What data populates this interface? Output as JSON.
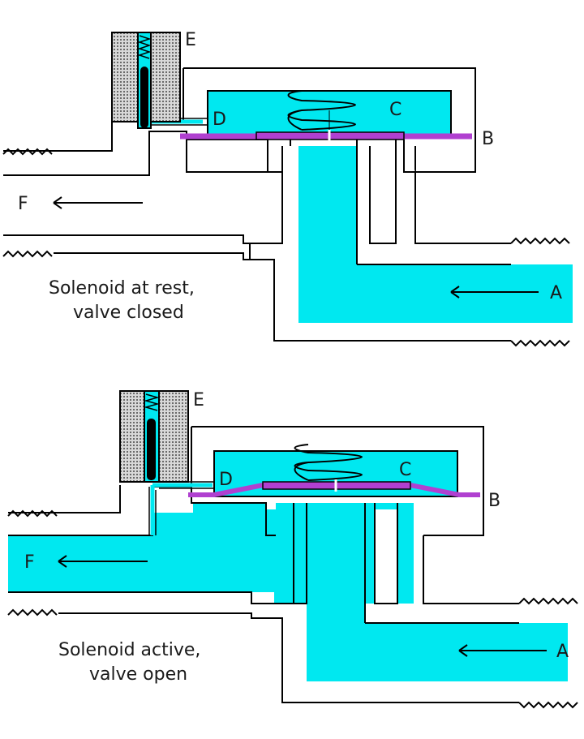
{
  "panels": [
    {
      "labels": {
        "a": "A",
        "b": "B",
        "c": "C",
        "d": "D",
        "e": "E",
        "f": "F"
      },
      "caption": [
        "Solenoid at rest,",
        "valve closed"
      ]
    },
    {
      "labels": {
        "a": "A",
        "b": "B",
        "c": "C",
        "d": "D",
        "e": "E",
        "f": "F"
      },
      "caption": [
        "Solenoid active,",
        "valve open"
      ]
    }
  ],
  "colors": {
    "water": "#00e8f0",
    "diaphragm": "#b040d0",
    "solenoid_fill": "#9a9a9a",
    "plunger": "#000000",
    "outline": "#000000"
  }
}
